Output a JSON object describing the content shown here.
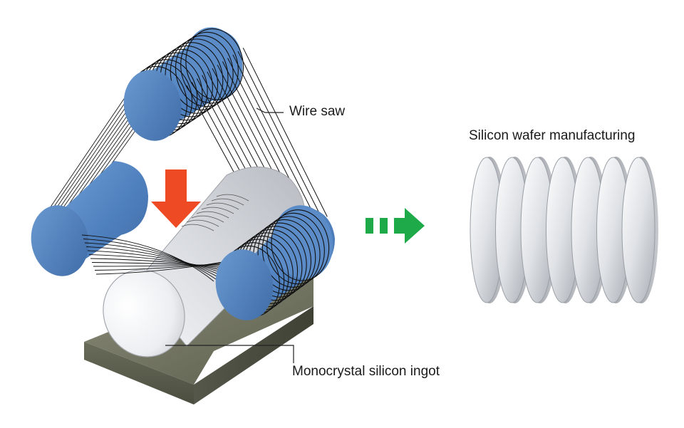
{
  "labels": {
    "wire_saw": "Wire saw",
    "wafer_manufacturing": "Silicon wafer manufacturing",
    "ingot": "Monocrystal silicon ingot"
  },
  "icons": {
    "press_arrow": "down-arrow-icon",
    "process_arrow": "right-arrow-icon"
  },
  "colors": {
    "roller": "#4e7fbd",
    "roller_face": "#5a8ecb",
    "press_arrow": "#ee4a23",
    "process_arrow": "#1faa4a",
    "base_block": "#6b6d5c",
    "wire": "#111111",
    "wafer": "#d9dde2"
  }
}
